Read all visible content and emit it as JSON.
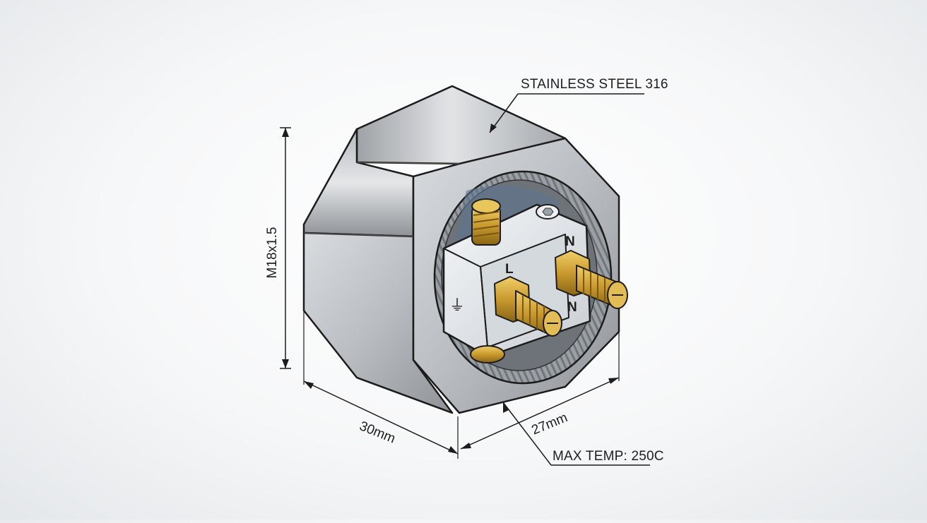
{
  "callouts": {
    "material": "STAINLESS STEEL 316",
    "max_temp": "MAX TEMP: 250C"
  },
  "dimensions": {
    "thread": "M18x1.5",
    "width": "30mm",
    "depth": "27mm"
  },
  "terminals": {
    "left_label": "L",
    "neutral_top": "N",
    "neutral_bottom": "N",
    "ground_symbol": "⏚"
  },
  "colors": {
    "steel": "#a9adb1",
    "brass": "#c99a2e",
    "insulator": "#e6e9ec",
    "line": "#1c1c1c"
  }
}
